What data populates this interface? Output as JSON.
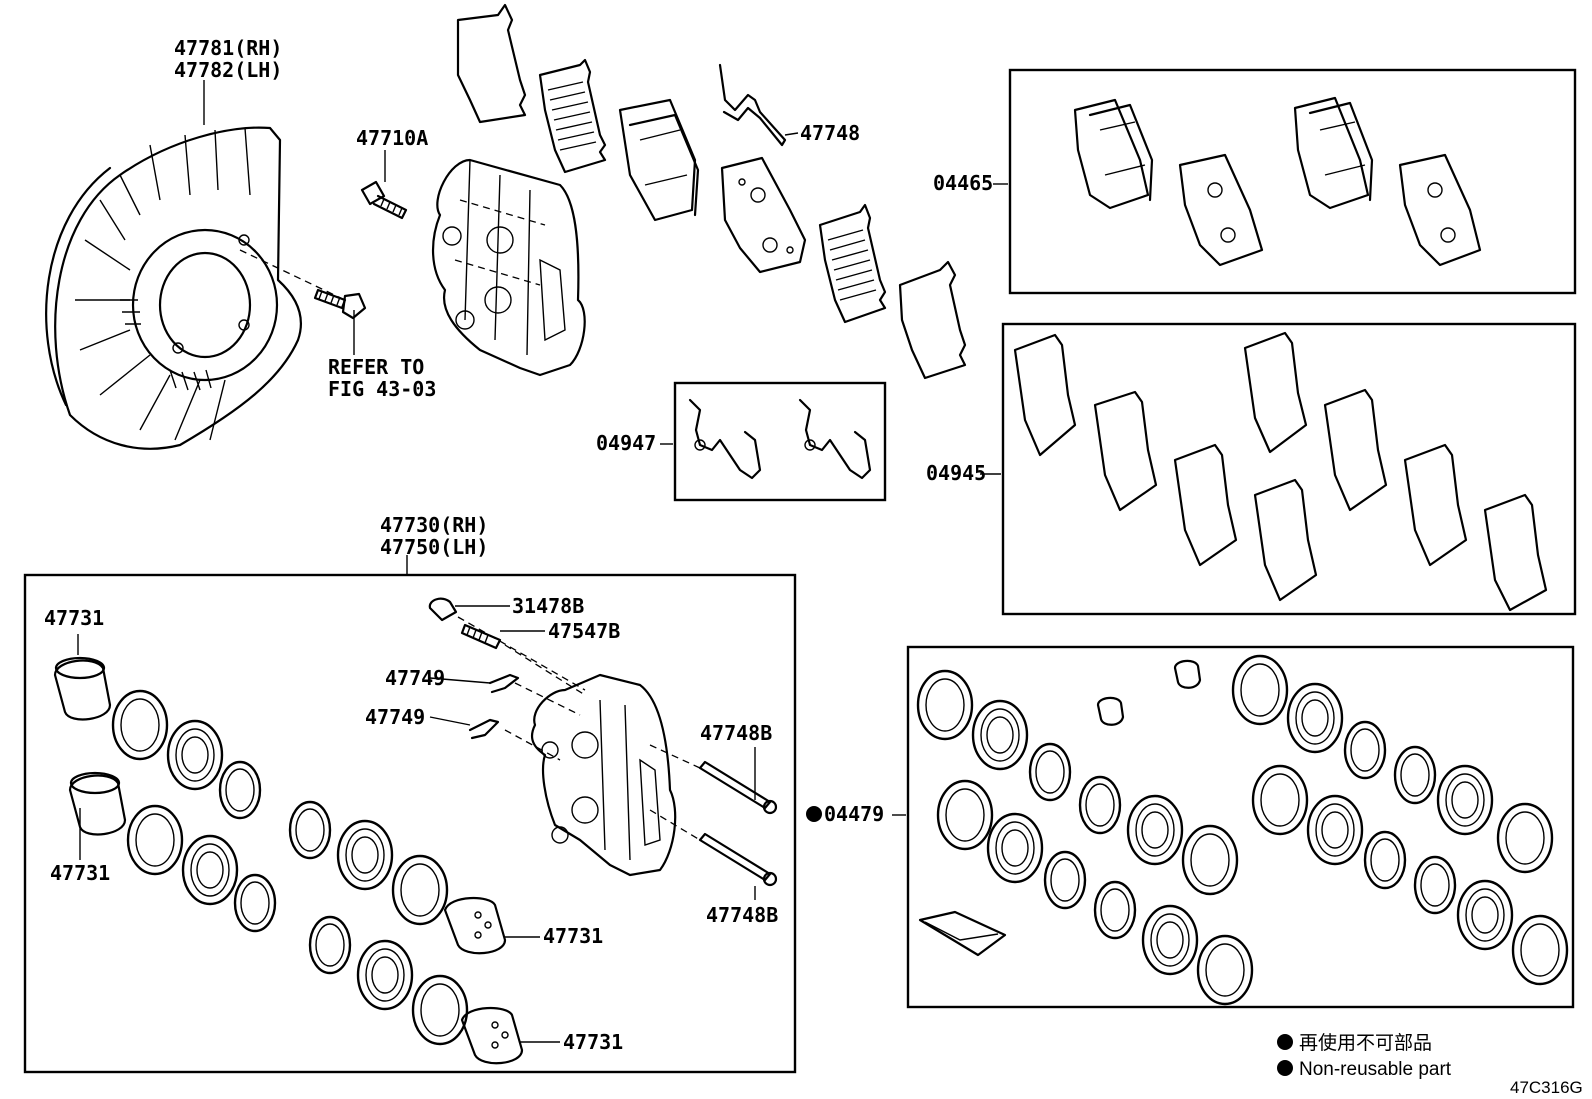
{
  "labels": {
    "dust_cover_rh": "47781(RH)",
    "dust_cover_lh": "47782(LH)",
    "bolt": "47710A",
    "refer_to_1": "REFER TO",
    "refer_to_2": "FIG 43-03",
    "spring_top": "47748",
    "pad_kit": "04465",
    "spring_kit": "04947",
    "shim_kit": "04945",
    "caliper_rh": "47730(RH)",
    "caliper_lh": "47750(LH)",
    "piston_tl": "47731",
    "piston_ml": "47731",
    "piston_c1": "47731",
    "piston_c2": "47731",
    "bleeder_cap": "31478B",
    "bleeder_plug": "47547B",
    "clip_1": "47749",
    "clip_2": "47749",
    "pin_1": "47748B",
    "pin_2": "47748B",
    "repair_kit": "04479",
    "legend_jp": "再使用不可部品",
    "legend_en": "Non-reusable part",
    "figure_id": "47C316G"
  },
  "colors": {
    "ink": "#000000",
    "paper": "#ffffff"
  }
}
